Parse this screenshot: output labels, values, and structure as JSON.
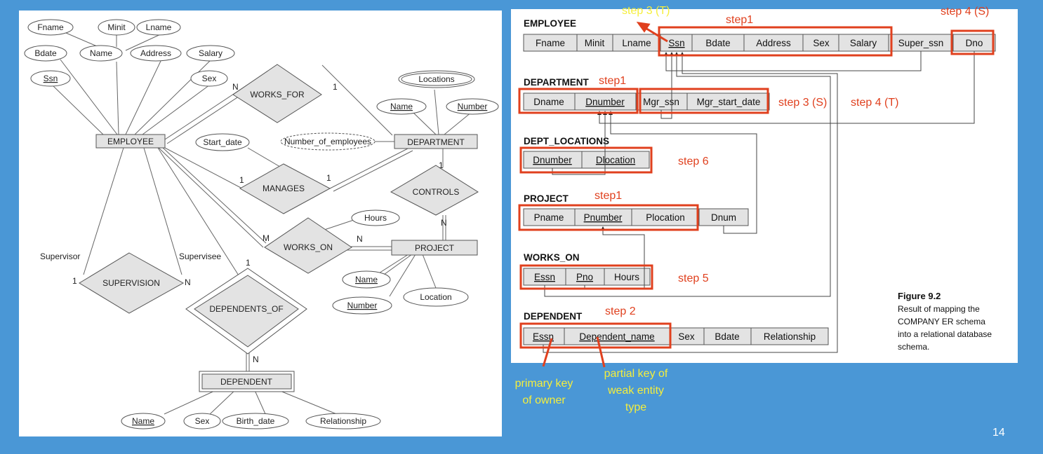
{
  "er": {
    "entities": {
      "employee": "EMPLOYEE",
      "department": "DEPARTMENT",
      "project": "PROJECT",
      "dependent": "DEPENDENT"
    },
    "relationships": {
      "works_for": "WORKS_FOR",
      "manages": "MANAGES",
      "controls": "CONTROLS",
      "works_on": "WORKS_ON",
      "supervision": "SUPERVISION",
      "dependents_of": "DEPENDENTS_OF"
    },
    "attributes": {
      "fname": "Fname",
      "minit": "Minit",
      "lname": "Lname",
      "bdate": "Bdate",
      "name": "Name",
      "address": "Address",
      "salary": "Salary",
      "ssn": "Ssn",
      "sex": "Sex",
      "locations": "Locations",
      "dept_name": "Name",
      "dept_number": "Number",
      "start_date": "Start_date",
      "number_of_employees": "Number_of_employees",
      "hours": "Hours",
      "proj_name": "Name",
      "proj_number": "Number",
      "proj_location": "Location",
      "dep_name": "Name",
      "dep_sex": "Sex",
      "birth_date": "Birth_date",
      "relationship": "Relationship"
    },
    "cardinality": {
      "works_for_emp": "N",
      "works_for_dept": "1",
      "manages_emp": "1",
      "manages_dept": "1",
      "controls_dept": "1",
      "controls_proj": "N",
      "works_on_emp": "M",
      "works_on_proj": "N",
      "dependents_of_emp": "1",
      "dependents_of_dep": "N",
      "supervision_left": "1",
      "supervision_right": "N"
    },
    "roles": {
      "supervisor": "Supervisor",
      "supervisee": "Supervisee"
    }
  },
  "schema": {
    "employee": {
      "title": "EMPLOYEE",
      "fields": [
        "Fname",
        "Minit",
        "Lname",
        "Ssn",
        "Bdate",
        "Address",
        "Sex",
        "Salary",
        "Super_ssn",
        "Dno"
      ]
    },
    "department": {
      "title": "DEPARTMENT",
      "fields": [
        "Dname",
        "Dnumber",
        "Mgr_ssn",
        "Mgr_start_date"
      ]
    },
    "dept_locations": {
      "title": "DEPT_LOCATIONS",
      "fields": [
        "Dnumber",
        "Dlocation"
      ]
    },
    "project": {
      "title": "PROJECT",
      "fields": [
        "Pname",
        "Pnumber",
        "Plocation",
        "Dnum"
      ]
    },
    "works_on": {
      "title": "WORKS_ON",
      "fields": [
        "Essn",
        "Pno",
        "Hours"
      ]
    },
    "dependent": {
      "title": "DEPENDENT",
      "fields": [
        "Essn",
        "Dependent_name",
        "Sex",
        "Bdate",
        "Relationship"
      ]
    }
  },
  "annotations": {
    "step3t": "step 3 (T)",
    "step1_emp": "step1",
    "step4s": "step 4 (S)",
    "step1_dept": "step1",
    "step3s": "step 3 (S)",
    "step4t": "step 4 (T)",
    "step6": "step 6",
    "step1_proj": "step1",
    "step5": "step 5",
    "step2": "step 2",
    "primary_key_line1": "primary key",
    "primary_key_line2": "of owner",
    "partial_key_line1": "partial key of",
    "partial_key_line2": "weak entity",
    "partial_key_line3": "type"
  },
  "figure": {
    "title": "Figure 9.2",
    "caption_lines": [
      "Result of mapping the",
      "COMPANY ER schema",
      "into a relational database",
      "schema."
    ]
  },
  "slide": {
    "page_number": "14"
  },
  "colors": {
    "background": "#4a97d6",
    "highlight": "#e0401e",
    "yellow_note": "#f5ee3c",
    "shape_fill": "#e3e3e3"
  }
}
